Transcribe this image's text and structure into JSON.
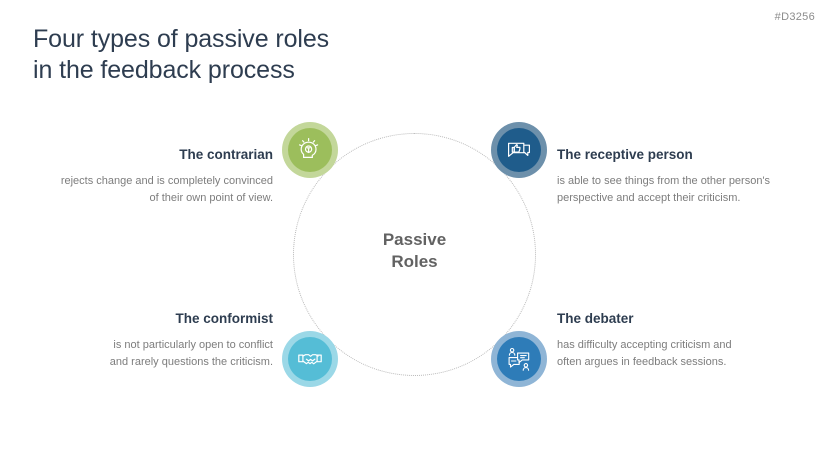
{
  "slide": {
    "code": "#D3256",
    "title_lines": [
      "Four types of passive roles",
      "in the feedback process"
    ]
  },
  "center": {
    "lines": [
      "Passive",
      "Roles"
    ]
  },
  "colors": {
    "title": "#2E3D50",
    "body_text": "#7D7D7D",
    "center_text": "#626262",
    "code_text": "#8C8C8C",
    "green": "#9CBE5C",
    "green_ring": "#C3D79A",
    "navy": "#1F5C8B",
    "navy_ring": "#6D90AB",
    "cyan": "#55BDD6",
    "cyan_ring": "#9BD8E7",
    "blue": "#2E7CB8",
    "blue_ring": "#8FB5D6",
    "ring_dotted": "#B9B9B9",
    "background": "#FFFFFF"
  },
  "roles": [
    {
      "id": "contrarian",
      "position": "top-left",
      "heading": "The contrarian",
      "body_lines": [
        "rejects change and is completely convinced",
        "of their own point of view."
      ],
      "icon": "head-idea-icon",
      "color": "#9CBE5C"
    },
    {
      "id": "receptive-person",
      "position": "top-right",
      "heading": "The receptive person",
      "body_lines": [
        "is able to see things from the other person's",
        "perspective and accept their criticism."
      ],
      "icon": "thumbs-up-speech-bubble-icon",
      "color": "#1F5C8B"
    },
    {
      "id": "conformist",
      "position": "bottom-left",
      "heading": "The conformist",
      "body_lines": [
        "is not particularly open to conflict",
        "and rarely questions the criticism."
      ],
      "icon": "handshake-icon",
      "color": "#55BDD6"
    },
    {
      "id": "debater",
      "position": "bottom-right",
      "heading": "The debater",
      "body_lines": [
        "has difficulty accepting criticism and",
        "often argues in feedback sessions."
      ],
      "icon": "two-people-discussion-icon",
      "color": "#2E7CB8"
    }
  ]
}
